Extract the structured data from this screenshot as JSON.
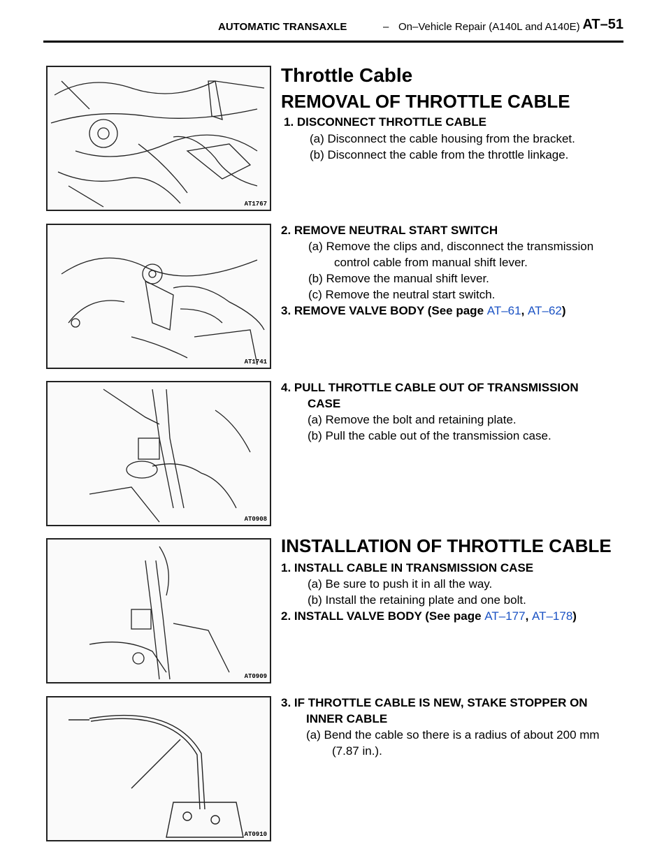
{
  "header": {
    "section": "AUTOMATIC TRANSAXLE",
    "dash": "–",
    "subtitle": "On–Vehicle Repair (A140L and A140E)",
    "page": "AT–51"
  },
  "figures": [
    "AT1767",
    "AT1741",
    "AT0908",
    "AT0909",
    "AT0910"
  ],
  "title": "Throttle Cable",
  "removal": {
    "heading": "REMOVAL OF THROTTLE CABLE",
    "s1": "1. DISCONNECT THROTTLE CABLE",
    "s1a": "(a) Disconnect the cable housing from the bracket.",
    "s1b": "(b) Disconnect the cable from the throttle linkage.",
    "s2": "2. REMOVE NEUTRAL START SWITCH",
    "s2a_1": "(a) Remove  the  clips  and,  disconnect  the  transmission",
    "s2a_2": "control cable from manual shift lever.",
    "s2b": "(b) Remove the manual shift lever.",
    "s2c": "(c) Remove the neutral start switch.",
    "s3": "3. REMOVE VALVE BODY (See page ",
    "s3_link1": "AT–61",
    "s3_sep": ", ",
    "s3_link2": "AT–62",
    "s3_end": ")",
    "s4_1": "4. PULL THROTTLE CABLE OUT OF TRANSMISSION",
    "s4_2": "CASE",
    "s4a": "(a) Remove the bolt and retaining plate.",
    "s4b": "(b) Pull the cable out of the transmission case."
  },
  "installation": {
    "heading": "INSTALLATION OF THROTTLE CABLE",
    "s1": "1. INSTALL CABLE IN TRANSMISSION CASE",
    "s1a": "(a) Be sure to push it in all the way.",
    "s1b": "(b) Install the retaining plate and one bolt.",
    "s2": "2. INSTALL VALVE BODY (See page ",
    "s2_link1": "AT–177",
    "s2_sep": ", ",
    "s2_link2": "AT–178",
    "s2_end": ")",
    "s3_1": "3. IF THROTTLE CABLE IS NEW, STAKE STOPPER ON",
    "s3_2": "INNER CABLE",
    "s3a_1": "(a) Bend the cable so there is a radius of about 200 mm",
    "s3a_2": "(7.87 in.)."
  }
}
